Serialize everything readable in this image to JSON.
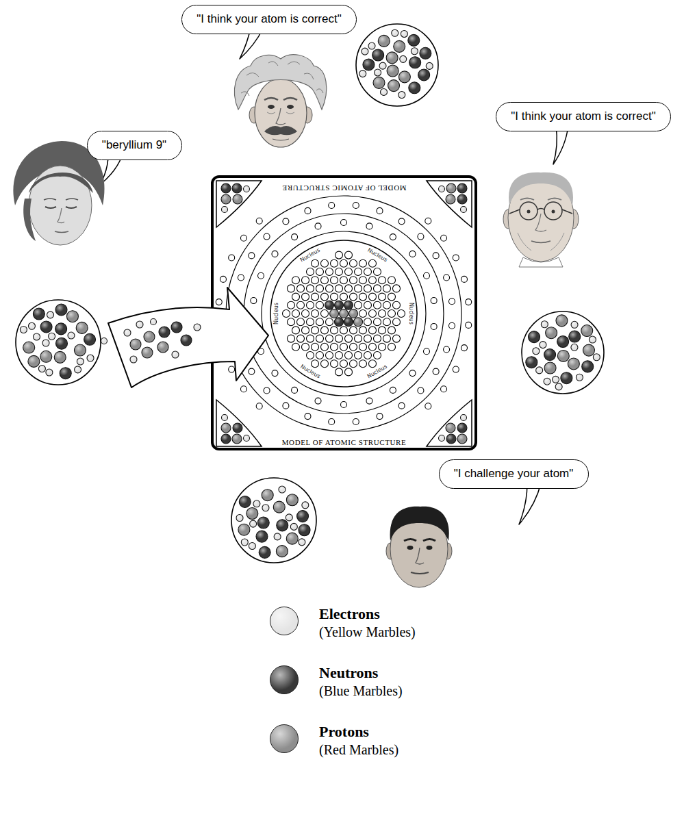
{
  "diagram": {
    "nodes": [
      {
        "text": [
          "\"I think your atom is correct\""
        ]
      },
      {
        "text": [
          "\"I think your atom is correct\""
        ]
      },
      {
        "text": [
          "\"beryllium 9\""
        ]
      },
      {
        "text": [
          "MODEL OF ATOMIC STRUCTURE",
          "MODEL OF ATOMIC STRUCTURE"
        ]
      },
      {
        "text": [
          "Nucleus",
          "Nucleus",
          "Nucleus",
          "Nucleus",
          "Nucleus",
          "Nucleus"
        ],
        "in": 3
      },
      {
        "text": [
          "\"I challenge your atom\""
        ]
      }
    ],
    "labels": [
      "(Yellow Marbles)",
      "(Blue Marbles)",
      "(Red Marbles)"
    ],
    "legend": [
      {
        "text": "Electrons",
        "color": "#e4e4e4"
      },
      {
        "text": "Neutrons",
        "color": "#383838"
      },
      {
        "text": "Protons",
        "color": "#8e8e8e"
      }
    ]
  }
}
